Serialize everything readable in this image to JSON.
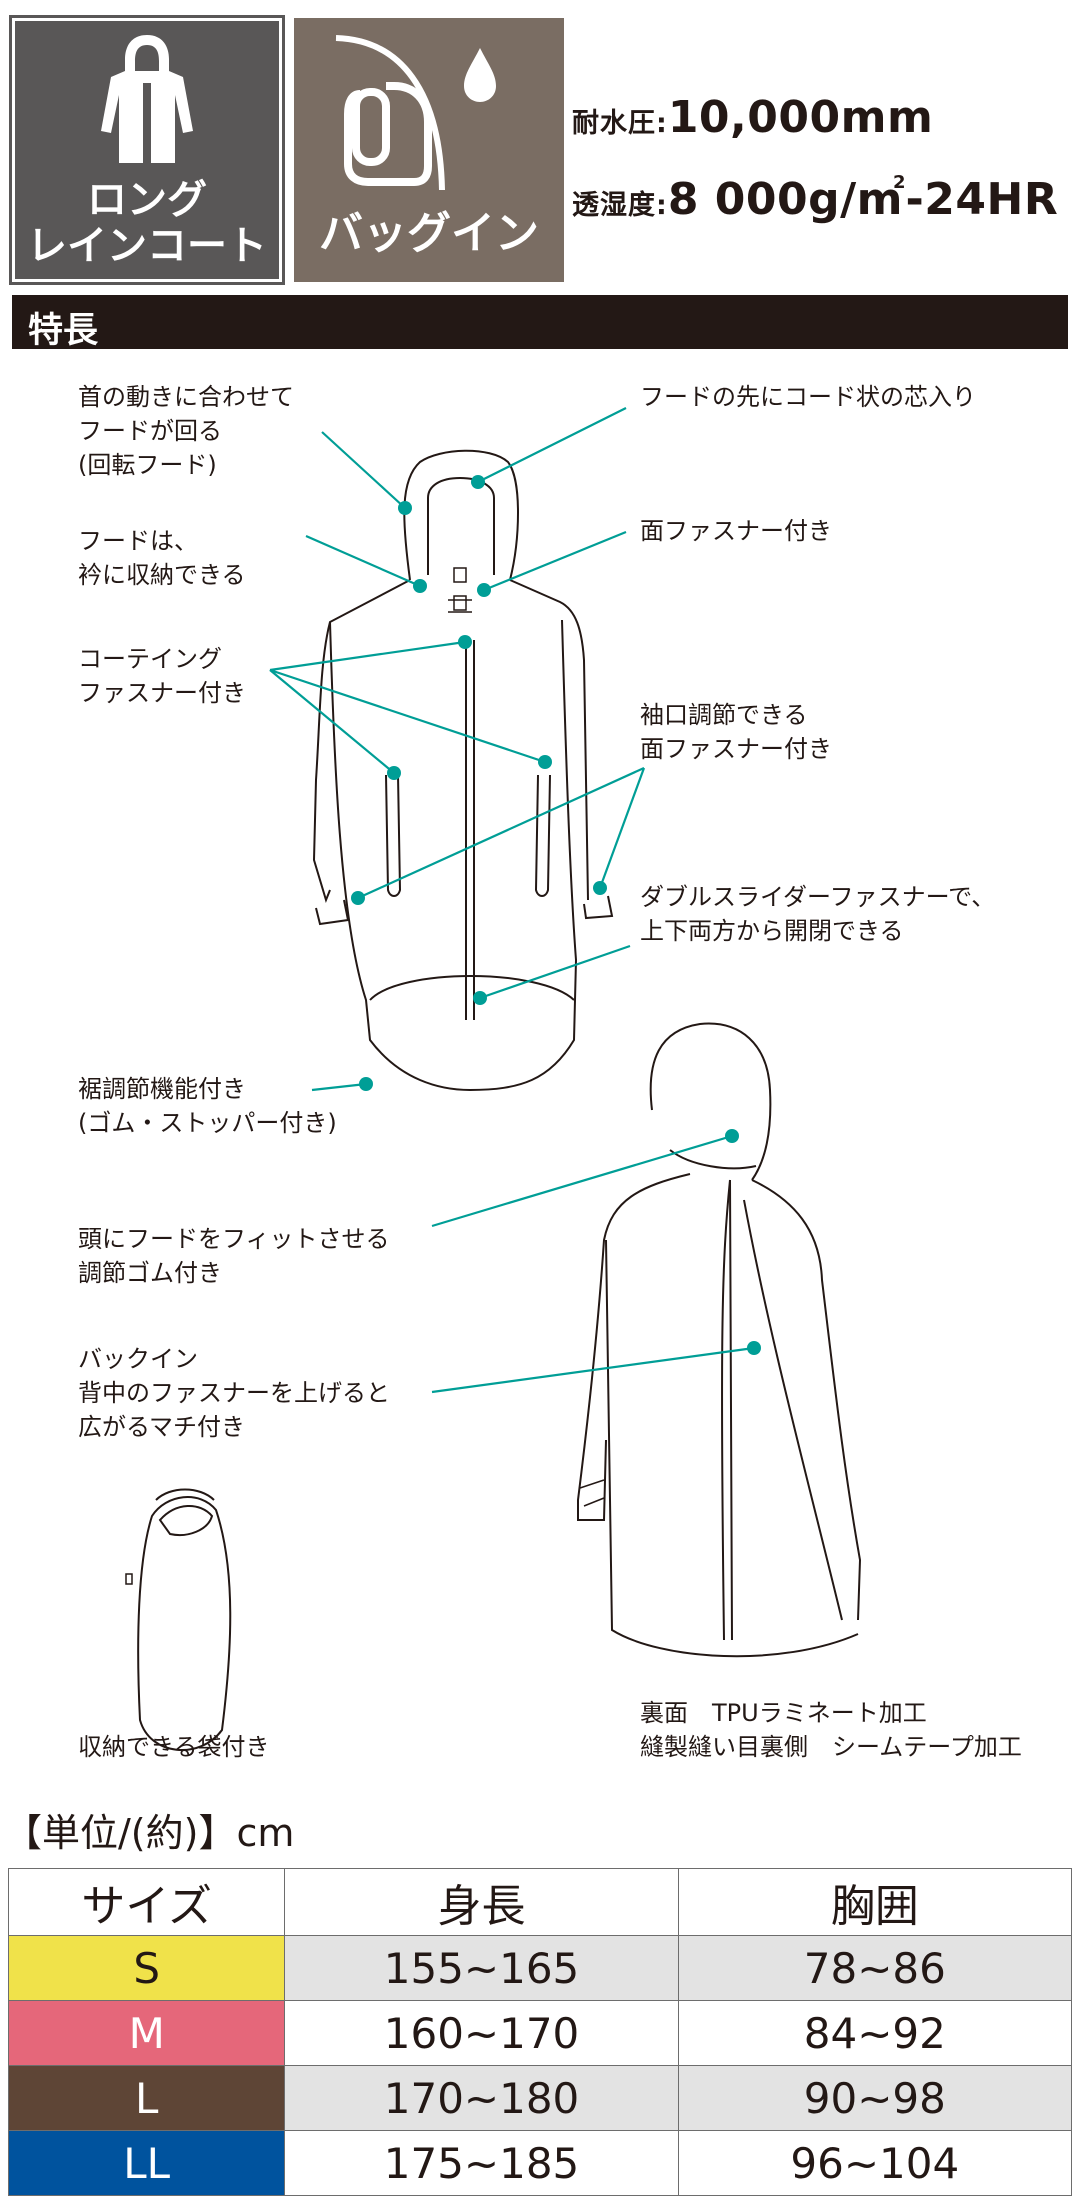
{
  "badges": {
    "long": {
      "line1": "ロング",
      "line2": "レインコート",
      "icon": "long-raincoat-icon",
      "color": "#595757"
    },
    "bag": {
      "label": "バッグイン",
      "icon": "bag-in-icon",
      "color": "#7a6d63"
    }
  },
  "specs": {
    "water_key": "耐水圧:",
    "water_val": "10,000mm",
    "breath_key": "透湿度:",
    "breath_val": "8 000g/m",
    "breath_sup": "2",
    "breath_tail": "-24HR"
  },
  "section": {
    "title": "特長"
  },
  "features": {
    "rotate_hood": "首の動きに合わせて\nフードが回る\n(回転フード)",
    "hood_collar": "フードは、\n衿に収納できる",
    "coating_zipper": "コーテイング\nファスナー付き",
    "hood_cord": "フードの先にコード状の芯入り",
    "face_fastener": "面ファスナー付き",
    "cuff_fastener": "袖口調節できる\n面ファスナー付き",
    "double_slider": "ダブルスライダーファスナーで、\n上下両方から開閉できる",
    "hem_adjust": "裾調節機能付き\n(ゴム・ストッパー付き)",
    "head_fit": "頭にフードをフィットさせる\n調節ゴム付き",
    "back_in": "バックイン\n背中のファスナーを上げると\n広がるマチ付き",
    "pouch": "収納できる袋付き",
    "material": "裏面　TPUラミネート加工\n縫製縫い目裏側　シームテープ加工"
  },
  "table": {
    "units": "【単位/(約)】cm",
    "headers": [
      "サイズ",
      "身長",
      "胸囲"
    ],
    "rows": [
      {
        "size": "S",
        "height": "155~165",
        "chest": "78~86",
        "color": "#f0e24a",
        "text_color": "#231815"
      },
      {
        "size": "M",
        "height": "160~170",
        "chest": "84~92",
        "color": "#e5677a",
        "text_color": "#ffffff"
      },
      {
        "size": "L",
        "height": "170~180",
        "chest": "90~98",
        "color": "#5e4536",
        "text_color": "#ffffff"
      },
      {
        "size": "LL",
        "height": "175~185",
        "chest": "96~104",
        "color": "#00539e",
        "text_color": "#ffffff"
      }
    ]
  },
  "colors": {
    "accent": "#009e96",
    "dark": "#231815"
  }
}
